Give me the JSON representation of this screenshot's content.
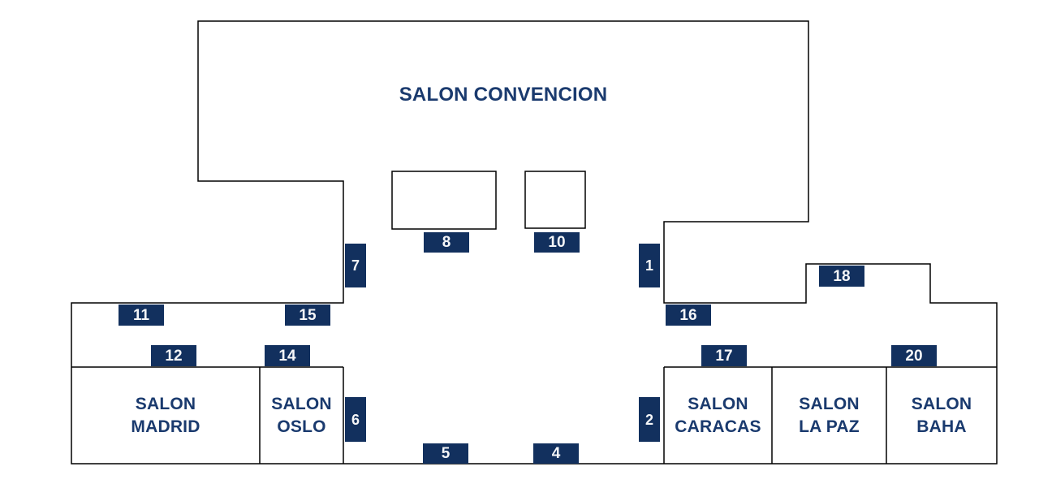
{
  "rooms": {
    "convencion": {
      "label": "SALON CONVENCION"
    },
    "madrid": {
      "line1": "SALON",
      "line2": "MADRID"
    },
    "oslo": {
      "line1": "SALON",
      "line2": "OSLO"
    },
    "caracas": {
      "line1": "SALON",
      "line2": "CARACAS"
    },
    "la_paz": {
      "line1": "SALON",
      "line2": "LA PAZ"
    },
    "baha": {
      "line1": "SALON",
      "line2": "BAHA"
    }
  },
  "markers": {
    "m1": "1",
    "m2": "2",
    "m4": "4",
    "m5": "5",
    "m6": "6",
    "m7": "7",
    "m8": "8",
    "m10": "10",
    "m11": "11",
    "m12": "12",
    "m14": "14",
    "m15": "15",
    "m16": "16",
    "m17": "17",
    "m18": "18",
    "m20": "20"
  },
  "colors": {
    "background": "#ffffff",
    "wall": "#000000",
    "badge_bg": "#12305e",
    "badge_text": "#f5f6f8",
    "room_text": "#1a3a6e"
  }
}
